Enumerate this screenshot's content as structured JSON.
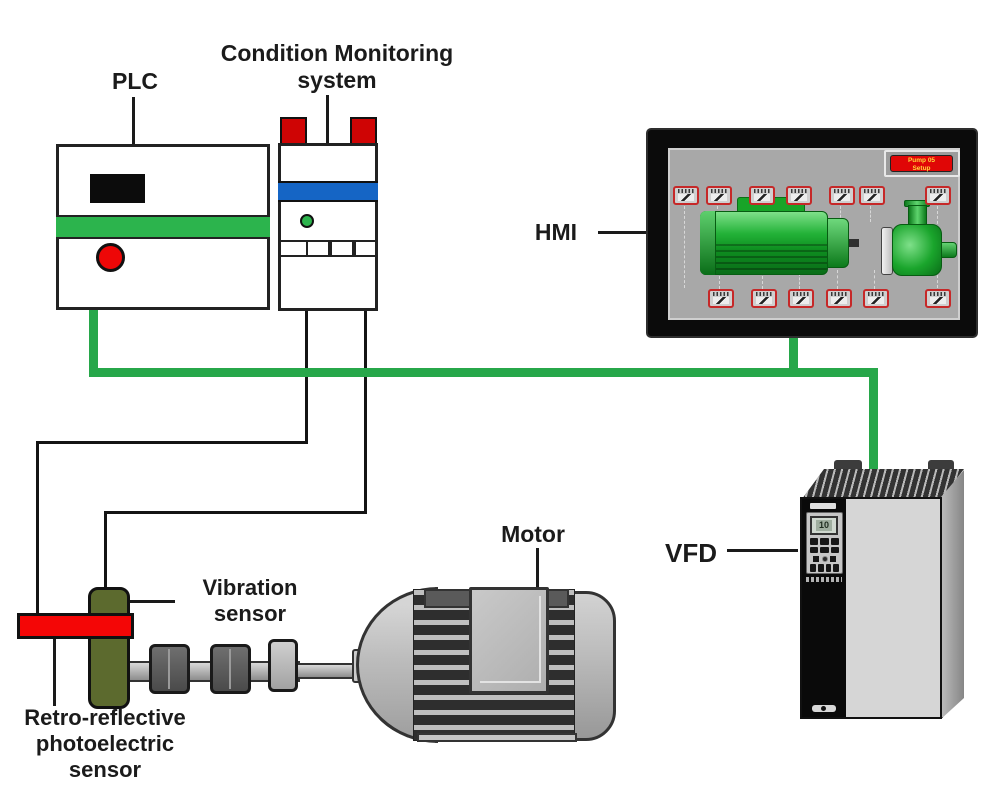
{
  "labels": {
    "plc": "PLC",
    "cm_line1": "Condition Monitoring",
    "cm_line2": "system",
    "hmi": "HMI",
    "vfd": "VFD",
    "motor": "Motor",
    "vibration_line1": "Vibration",
    "vibration_line2": "sensor",
    "retro_line1": "Retro-reflective",
    "retro_line2": "photoelectric",
    "retro_line3": "sensor"
  },
  "hmi": {
    "setup_button": {
      "line1": "Pump 05",
      "line2": "Setup"
    },
    "top_sensor_count": 7,
    "bottom_sensor_count": 6
  },
  "vfd": {
    "display_value": "10"
  },
  "colors": {
    "wire_green": "#27a74a",
    "wire_black": "#141414",
    "plc_band_green": "#2cb44d",
    "cm_band_blue": "#1565c5",
    "alarm_red": "#e60000",
    "sensor_olive": "#5c6a2e",
    "hmi_screen_gray": "#a8a8a8",
    "hmi_equipment_green": "#18a428"
  }
}
